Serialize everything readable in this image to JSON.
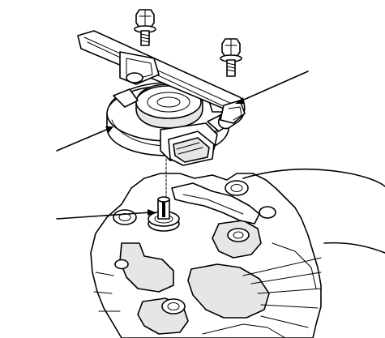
{
  "diagram": {
    "labels": [],
    "parts": [
      "bolt-left",
      "bolt-right",
      "sensor-alignment-tool",
      "range-sensor",
      "sensor-connector",
      "manual-valve-shaft",
      "transmission-housing"
    ],
    "leader_lines": 3,
    "colors": {
      "line": "#000000",
      "background": "#ffffff"
    }
  }
}
